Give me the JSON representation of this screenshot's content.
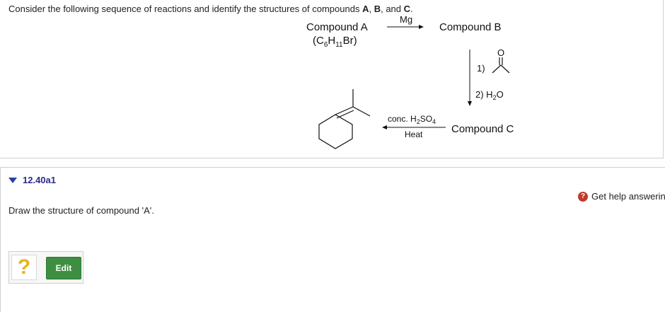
{
  "question": {
    "prefix": "Consider the following sequence of reactions and identify the structures of compounds ",
    "a": "A",
    "sep1": ", ",
    "b": "B",
    "sep2": ", and ",
    "c": "C",
    "suffix": "."
  },
  "scheme": {
    "compound_a_label": "Compound A",
    "compound_a_formula": {
      "open": "(C",
      "c_sub": "6",
      "h": "H",
      "h_sub": "11",
      "rest": "Br)"
    },
    "reagent_mg": "Mg",
    "compound_b_label": "Compound B",
    "step1_label": "1)",
    "step2_label": "2) H",
    "step2_sub": "2",
    "step2_rest": "O",
    "ketone_o": "O",
    "conc_label": "conc. H",
    "conc_sub1": "2",
    "conc_mid": "SO",
    "conc_sub2": "4",
    "heat_label": "Heat",
    "compound_c_label": "Compound C"
  },
  "part": {
    "id": "12.40a1",
    "prompt": "Draw the structure of compound 'A'."
  },
  "help": {
    "icon_glyph": "?",
    "label": "Get help answering"
  },
  "widget": {
    "placeholder_glyph": "?",
    "edit_label": "Edit"
  },
  "colors": {
    "part_id": "#2a2a8a",
    "edit_button": "#3e8e41",
    "help_icon": "#c0392b",
    "placeholder": "#e6b422"
  }
}
